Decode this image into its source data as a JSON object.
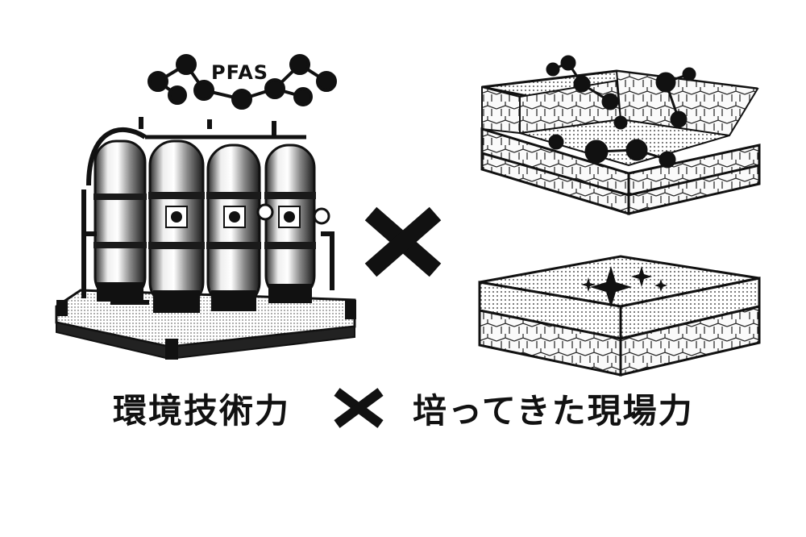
{
  "molecule": {
    "label": "PFAS"
  },
  "caption": {
    "left": "環境技術力",
    "right": "培ってきた現場力"
  },
  "icons": {
    "tanks": "water-treatment-tanks-icon",
    "multiply_large": "multiply-icon",
    "contaminated_soil": "contaminated-soil-icon",
    "clean_soil": "clean-soil-icon"
  }
}
